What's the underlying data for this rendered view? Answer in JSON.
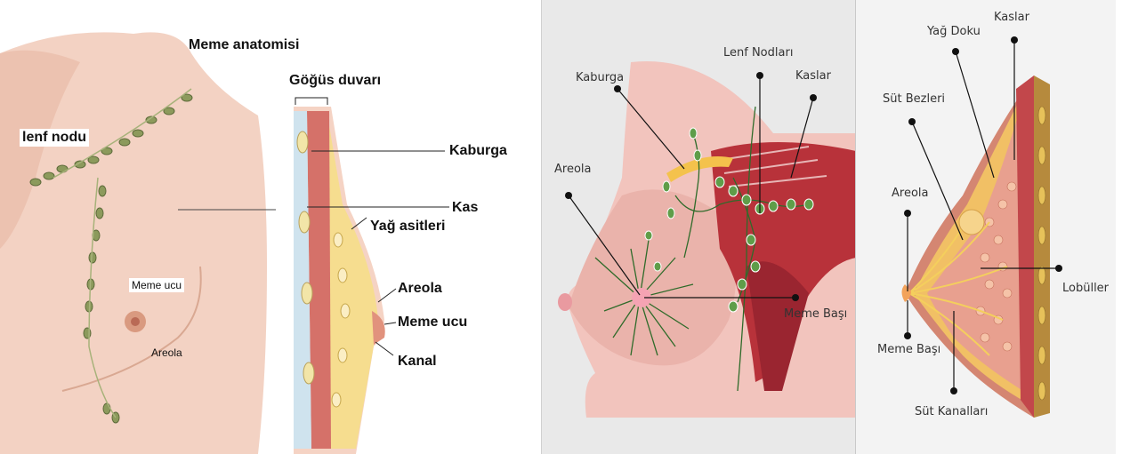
{
  "left_diagram": {
    "title": "Meme anatomisi",
    "chest_wall": "Göğüs duvarı",
    "lymph_node": "lenf nodu",
    "nipple_box": "Meme ucu",
    "areola_small": "Areola",
    "rib": "Kaburga",
    "muscle": "Kas",
    "fat": "Yağ asitleri",
    "areola": "Areola",
    "nipple": "Meme ucu",
    "duct": "Kanal"
  },
  "middle_diagram": {
    "rib": "Kaburga",
    "lymph_nodes": "Lenf Nodları",
    "muscles": "Kaslar",
    "areola": "Areola",
    "nipple": "Meme Başı"
  },
  "right_diagram": {
    "fat_tissue": "Yağ Doku",
    "muscles": "Kaslar",
    "milk_glands": "Süt Bezleri",
    "areola": "Areola",
    "lobules": "Lobüller",
    "nipple": "Meme Başı",
    "milk_ducts": "Süt Kanalları"
  },
  "colors": {
    "skin": "#f3d2c3",
    "muscle": "#c8444a",
    "fat": "#f5d56b",
    "node": "#8c9a5c",
    "background_mid": "#e9e9e9",
    "label_pin": "#111111"
  }
}
